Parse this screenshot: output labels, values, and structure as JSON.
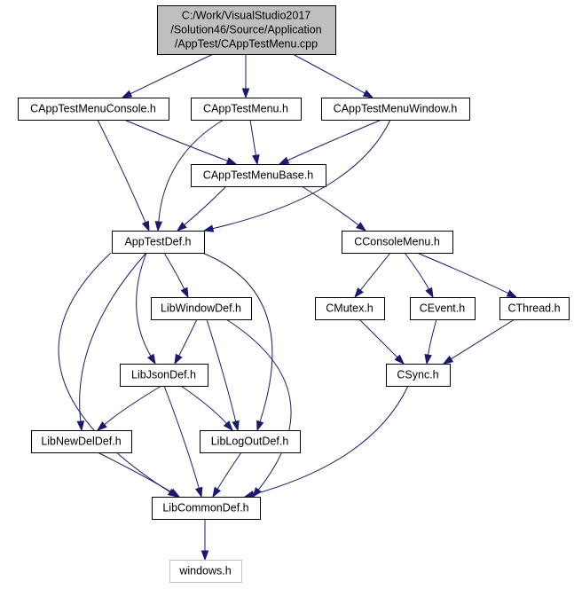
{
  "diagram": {
    "nodes": [
      {
        "id": "root",
        "lines": [
          "C:/Work/VisualStudio2017",
          "/Solution46/Source/Application",
          "/AppTest/CAppTestMenu.cpp"
        ],
        "style": "root"
      },
      {
        "id": "console",
        "lines": [
          "CAppTestMenuConsole.h"
        ],
        "style": "normal"
      },
      {
        "id": "menu",
        "lines": [
          "CAppTestMenu.h"
        ],
        "style": "normal"
      },
      {
        "id": "window",
        "lines": [
          "CAppTestMenuWindow.h"
        ],
        "style": "normal"
      },
      {
        "id": "base",
        "lines": [
          "CAppTestMenuBase.h"
        ],
        "style": "normal"
      },
      {
        "id": "apptestdef",
        "lines": [
          "AppTestDef.h"
        ],
        "style": "normal"
      },
      {
        "id": "consolemenu",
        "lines": [
          "CConsoleMenu.h"
        ],
        "style": "normal"
      },
      {
        "id": "libwindowdef",
        "lines": [
          "LibWindowDef.h"
        ],
        "style": "normal"
      },
      {
        "id": "cmutex",
        "lines": [
          "CMutex.h"
        ],
        "style": "normal"
      },
      {
        "id": "cevent",
        "lines": [
          "CEvent.h"
        ],
        "style": "normal"
      },
      {
        "id": "cthread",
        "lines": [
          "CThread.h"
        ],
        "style": "normal"
      },
      {
        "id": "libjsondef",
        "lines": [
          "LibJsonDef.h"
        ],
        "style": "normal"
      },
      {
        "id": "csync",
        "lines": [
          "CSync.h"
        ],
        "style": "normal"
      },
      {
        "id": "libnewdeldef",
        "lines": [
          "LibNewDelDef.h"
        ],
        "style": "normal"
      },
      {
        "id": "liblogoutdef",
        "lines": [
          "LibLogOutDef.h"
        ],
        "style": "normal"
      },
      {
        "id": "libcommondef",
        "lines": [
          "LibCommonDef.h"
        ],
        "style": "normal"
      },
      {
        "id": "windows",
        "lines": [
          "windows.h"
        ],
        "style": "ext"
      }
    ],
    "edges": [
      {
        "from": "root",
        "to": "console"
      },
      {
        "from": "root",
        "to": "menu"
      },
      {
        "from": "root",
        "to": "window"
      },
      {
        "from": "console",
        "to": "base"
      },
      {
        "from": "console",
        "to": "apptestdef"
      },
      {
        "from": "menu",
        "to": "base"
      },
      {
        "from": "menu",
        "to": "apptestdef"
      },
      {
        "from": "window",
        "to": "base"
      },
      {
        "from": "window",
        "to": "apptestdef"
      },
      {
        "from": "base",
        "to": "apptestdef"
      },
      {
        "from": "base",
        "to": "consolemenu"
      },
      {
        "from": "apptestdef",
        "to": "libwindowdef"
      },
      {
        "from": "apptestdef",
        "to": "libjsondef"
      },
      {
        "from": "apptestdef",
        "to": "libnewdeldef"
      },
      {
        "from": "apptestdef",
        "to": "liblogoutdef"
      },
      {
        "from": "apptestdef",
        "to": "libcommondef"
      },
      {
        "from": "consolemenu",
        "to": "cmutex"
      },
      {
        "from": "consolemenu",
        "to": "cevent"
      },
      {
        "from": "consolemenu",
        "to": "cthread"
      },
      {
        "from": "libwindowdef",
        "to": "libjsondef"
      },
      {
        "from": "libwindowdef",
        "to": "liblogoutdef"
      },
      {
        "from": "libwindowdef",
        "to": "libcommondef"
      },
      {
        "from": "libjsondef",
        "to": "libnewdeldef"
      },
      {
        "from": "libjsondef",
        "to": "liblogoutdef"
      },
      {
        "from": "libjsondef",
        "to": "libcommondef"
      },
      {
        "from": "cmutex",
        "to": "csync"
      },
      {
        "from": "cevent",
        "to": "csync"
      },
      {
        "from": "cthread",
        "to": "csync"
      },
      {
        "from": "csync",
        "to": "libcommondef"
      },
      {
        "from": "libnewdeldef",
        "to": "libcommondef"
      },
      {
        "from": "liblogoutdef",
        "to": "libcommondef"
      },
      {
        "from": "libcommondef",
        "to": "windows"
      }
    ]
  }
}
